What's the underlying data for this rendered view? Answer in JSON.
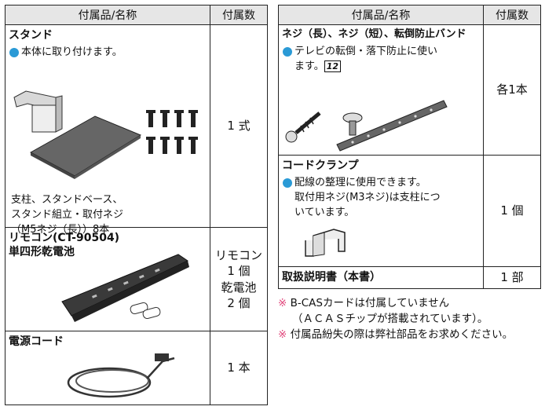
{
  "left_table": {
    "header": {
      "item": "付属品/名称",
      "qty": "付属数"
    },
    "rows": [
      {
        "name": "スタンド",
        "bullet": "本体に取り付けます。",
        "desc": [
          "支柱、スタンドベース、",
          "スタンド組立・取付ネジ",
          "（M5ネジ（長））8本"
        ],
        "qty": [
          "1 式"
        ]
      },
      {
        "name": [
          "リモコン(CT-90504)",
          "単四形乾電池"
        ],
        "qty": [
          "リモコン",
          "1 個",
          "乾電池",
          "2 個"
        ]
      },
      {
        "name": "電源コード",
        "qty": [
          "1 本"
        ]
      }
    ]
  },
  "right_table": {
    "header": {
      "item": "付属品/名称",
      "qty": "付属数"
    },
    "rows": [
      {
        "name": "ネジ（長）、ネジ（短）、転倒防止バンド",
        "bullet": [
          "テレビの転倒・落下防止に使い",
          "ます。"
        ],
        "ref": "12",
        "qty": [
          "各1本"
        ]
      },
      {
        "name": "コードクランプ",
        "bullet": [
          "配線の整理に使用できます。",
          "取付用ネジ(M3ネジ)は支柱につ",
          "いています。"
        ],
        "qty": [
          "1 個"
        ]
      },
      {
        "name": "取扱説明書（本書）",
        "qty": [
          "1 部"
        ]
      }
    ]
  },
  "notes": [
    {
      "mark": "※",
      "lines": [
        "B-CASカードは付属していません",
        "（ＡＣＡＳチップが搭載されています）。"
      ]
    },
    {
      "mark": "※",
      "lines": [
        "付属品紛失の際は弊社部品をお求めください。"
      ]
    }
  ],
  "colors": {
    "bullet": "#2a9ad6",
    "note_mark": "#e0457a",
    "header_bg": "#e6e6e6"
  }
}
